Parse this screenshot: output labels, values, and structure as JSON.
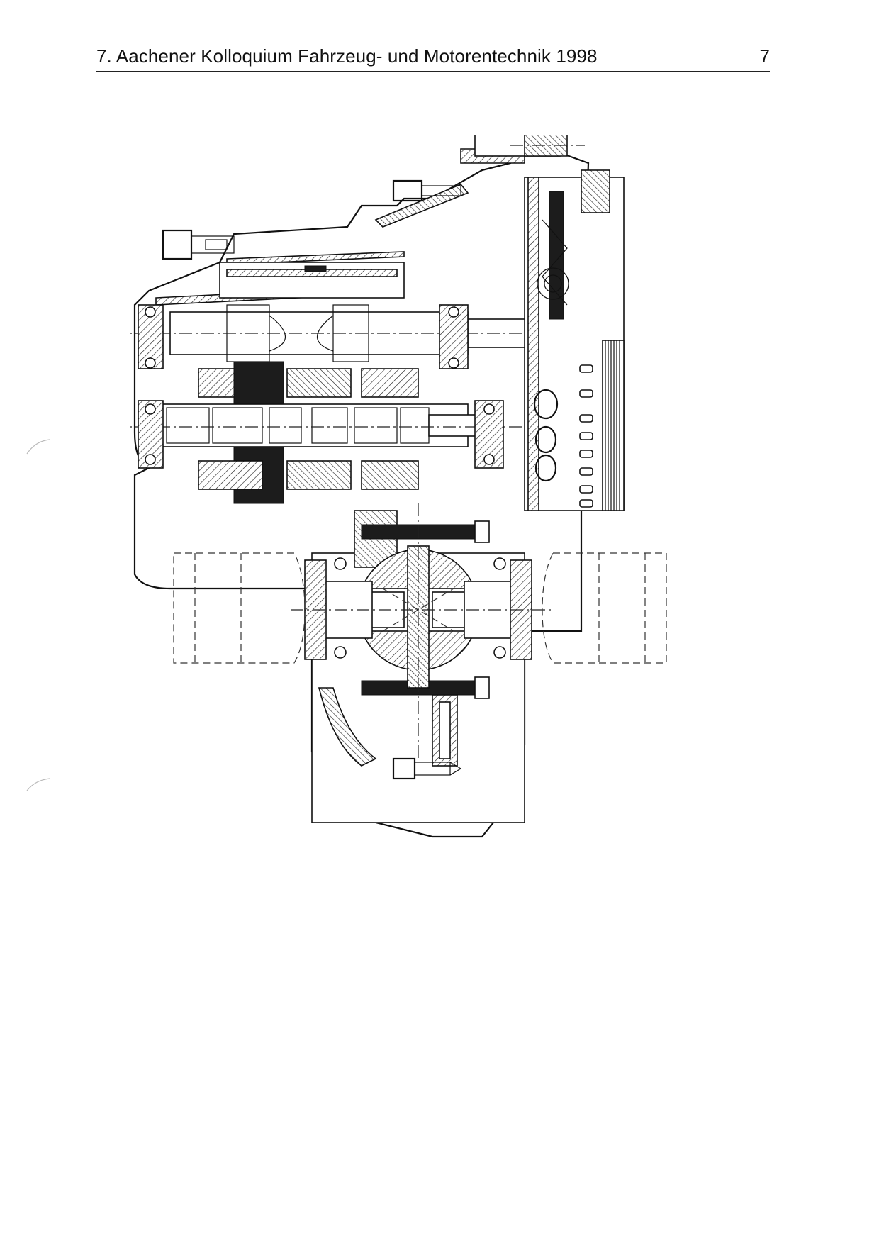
{
  "header": {
    "title": "7. Aachener Kolloquium Fahrzeug- und Motorentechnik 1998",
    "page_number": "7"
  },
  "figure": {
    "icon": "gearbox-cross-section-drawing"
  }
}
